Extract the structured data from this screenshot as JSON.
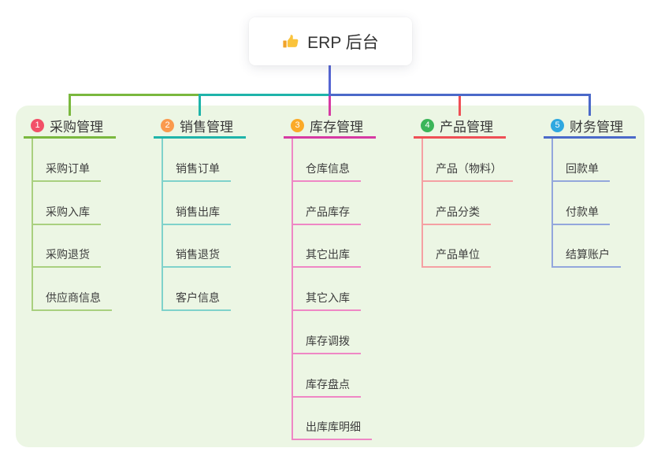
{
  "root": {
    "label": "ERP 后台",
    "icon": "thumbs-up-icon",
    "line_color": "#5565d2"
  },
  "canvas": {
    "panel_color": "#ecf6e4"
  },
  "branches": [
    {
      "index": "1",
      "label": "采购管理",
      "badge_color": "#f25068",
      "line_color": "#7ab83e",
      "light_line_color": "#a9d07f",
      "children": [
        "采购订单",
        "采购入库",
        "采购退货",
        "供应商信息"
      ]
    },
    {
      "index": "2",
      "label": "销售管理",
      "badge_color": "#fa9a4e",
      "line_color": "#1fb4aa",
      "light_line_color": "#7fd2cb",
      "children": [
        "销售订单",
        "销售出库",
        "销售退货",
        "客户信息"
      ]
    },
    {
      "index": "3",
      "label": "库存管理",
      "badge_color": "#fbaa28",
      "line_color": "#d63aa3",
      "light_line_color": "#ef87c5",
      "children": [
        "仓库信息",
        "产品库存",
        "其它出库",
        "其它入库",
        "库存调拨",
        "库存盘点",
        "出库库明细"
      ]
    },
    {
      "index": "4",
      "label": "产品管理",
      "badge_color": "#3bb559",
      "line_color": "#ef4f55",
      "light_line_color": "#f5a0a3",
      "children": [
        "产品（物料）",
        "产品分类",
        "产品单位"
      ]
    },
    {
      "index": "5",
      "label": "财务管理",
      "badge_color": "#2fa8e0",
      "line_color": "#4b69c9",
      "light_line_color": "#93a7dc",
      "children": [
        "回款单",
        "付款单",
        "结算账户"
      ]
    }
  ]
}
